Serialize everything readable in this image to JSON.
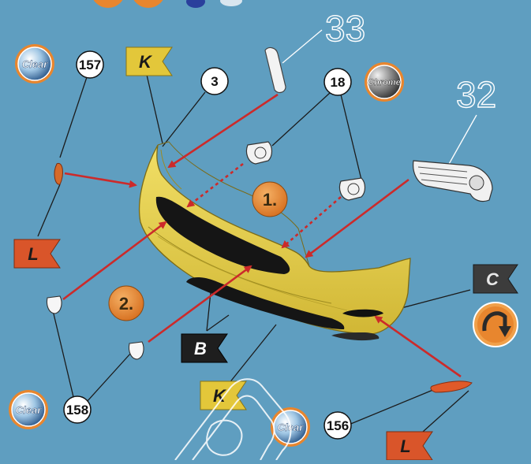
{
  "part_numbers": {
    "p157": "157",
    "p3": "3",
    "p18": "18",
    "p158": "158",
    "p156": "156"
  },
  "step_numbers": {
    "step1": "1.",
    "step2": "2."
  },
  "big_numbers": {
    "n33": "33",
    "n32": "32"
  },
  "flags": {
    "k_top": "K",
    "l_left": "L",
    "c_right": "C",
    "b_bottom": "B",
    "k_bottom": "K",
    "l_bottom": "L"
  },
  "paint_badges": {
    "clear_top": "Clear",
    "chrome": "Chrome",
    "clear_bottom_left": "Clear",
    "clear_bottom_center": "Clear"
  },
  "colors": {
    "background": "#5f9ec0",
    "bumper_yellow": "#e4cf4a",
    "arrow_red": "#cc2a2a",
    "step_orange": "#e8862e",
    "flag_k": "#e3c73a",
    "flag_l": "#d9552a",
    "flag_dark": "#3c3c3c"
  },
  "icons": {
    "rotate": "rotate-arrow-icon"
  }
}
